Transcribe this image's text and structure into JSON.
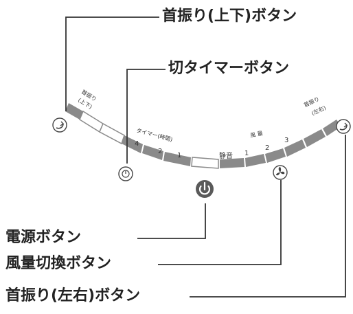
{
  "callouts": {
    "swing_updown": "首振り(上下)ボタン",
    "off_timer": "切タイマーボタン",
    "power": "電源ボタン",
    "fan_speed": "風量切換ボタン",
    "swing_leftright": "首振り(左右)ボタン"
  },
  "panel": {
    "swing_updown_label_1": "首振り",
    "swing_updown_label_2": "(上下)",
    "timer_label": "タイマー(時間)",
    "timer_4": "4",
    "timer_2": "2",
    "timer_1": "1",
    "quiet": "静音",
    "fan_label": "風 量",
    "fan_1": "1",
    "fan_2": "2",
    "fan_3": "3",
    "swing_leftright_label_1": "首振り",
    "swing_leftright_label_2": "(左右)"
  },
  "colors": {
    "segment_fill": "#8a8a8a",
    "segment_empty": "#ffffff",
    "power_button": "#5a5a5a",
    "line": "#333333"
  },
  "icons": {
    "swing_updown": "swing-updown-icon",
    "timer": "timer-icon",
    "power": "power-icon",
    "fan": "fan-icon",
    "swing_leftright": "swing-leftright-icon"
  }
}
